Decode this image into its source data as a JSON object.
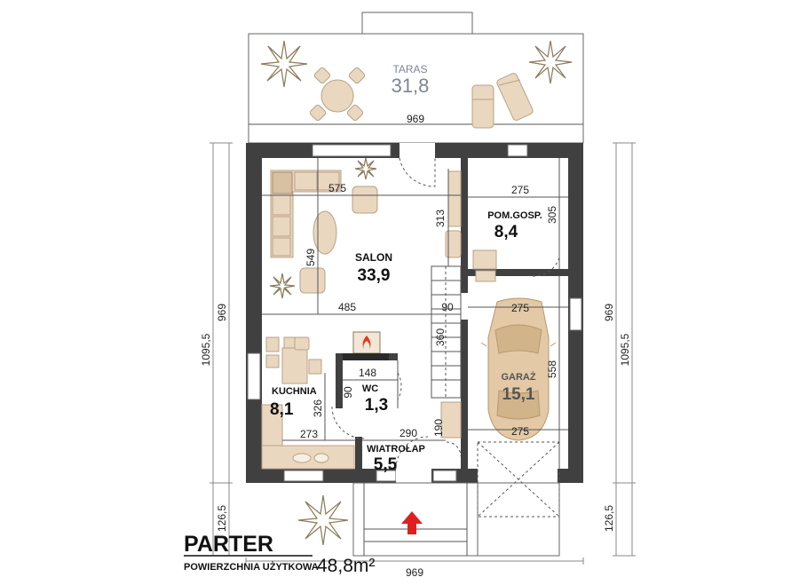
{
  "rooms": {
    "taras": {
      "name": "TARAS",
      "area": "31,8"
    },
    "salon": {
      "name": "SALON",
      "area": "33,9"
    },
    "pom_gosp": {
      "name": "POM.GOSP.",
      "area": "8,4"
    },
    "kuchnia": {
      "name": "KUCHNIA",
      "area": "8,1"
    },
    "wc": {
      "name": "WC",
      "area": "1,3"
    },
    "garaz": {
      "name": "GARAŻ",
      "area": "15,1"
    },
    "wiatrolap": {
      "name": "WIATROŁAP",
      "area": "5,5"
    }
  },
  "dimensions": {
    "terrace_width": "969",
    "bottom_width": "969",
    "salon_width_top": "575",
    "salon_depth": "549",
    "salon_width_bottom": "485",
    "salon_side": "313",
    "stair_width": "90",
    "stair_length": "360",
    "pom_width": "275",
    "pom_depth": "305",
    "garage_width_top": "275",
    "garage_width_bottom": "275",
    "garage_depth": "558",
    "wc_width": "148",
    "wc_depth": "90",
    "kitchen_depth": "326",
    "kitchen_width": "273",
    "vest_width": "290",
    "vest_depth": "190",
    "left_overall": "1095,5",
    "left_inner": "969",
    "left_bottom": "126,5",
    "right_overall": "1095,5",
    "right_inner": "969",
    "right_bottom": "126,5"
  },
  "legend": {
    "title": "PARTER",
    "subtitle": "POWIERZCHNIA UŻYTKOWA",
    "total_area": "48,8m²"
  },
  "colors": {
    "wall": "#404040",
    "furniture": "#ead7c0",
    "garage_car": "#e3c9a6",
    "entry_arrow": "#e02020",
    "fireplace_flame": "#e23a1a"
  }
}
